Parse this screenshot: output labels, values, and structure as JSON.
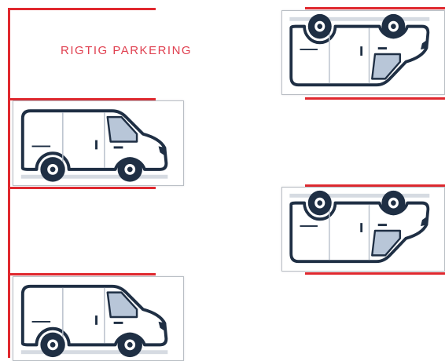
{
  "title": "RIGTIG  PARKERING",
  "colors": {
    "parking_line": "#e0282e",
    "title_text": "#e04050",
    "van_outline": "#1f2f44",
    "van_body": "#ffffff",
    "window": "#b8c6d8"
  },
  "vans": [
    {
      "orientation": "upright"
    },
    {
      "orientation": "upright"
    },
    {
      "orientation": "flipped"
    },
    {
      "orientation": "flipped"
    }
  ]
}
